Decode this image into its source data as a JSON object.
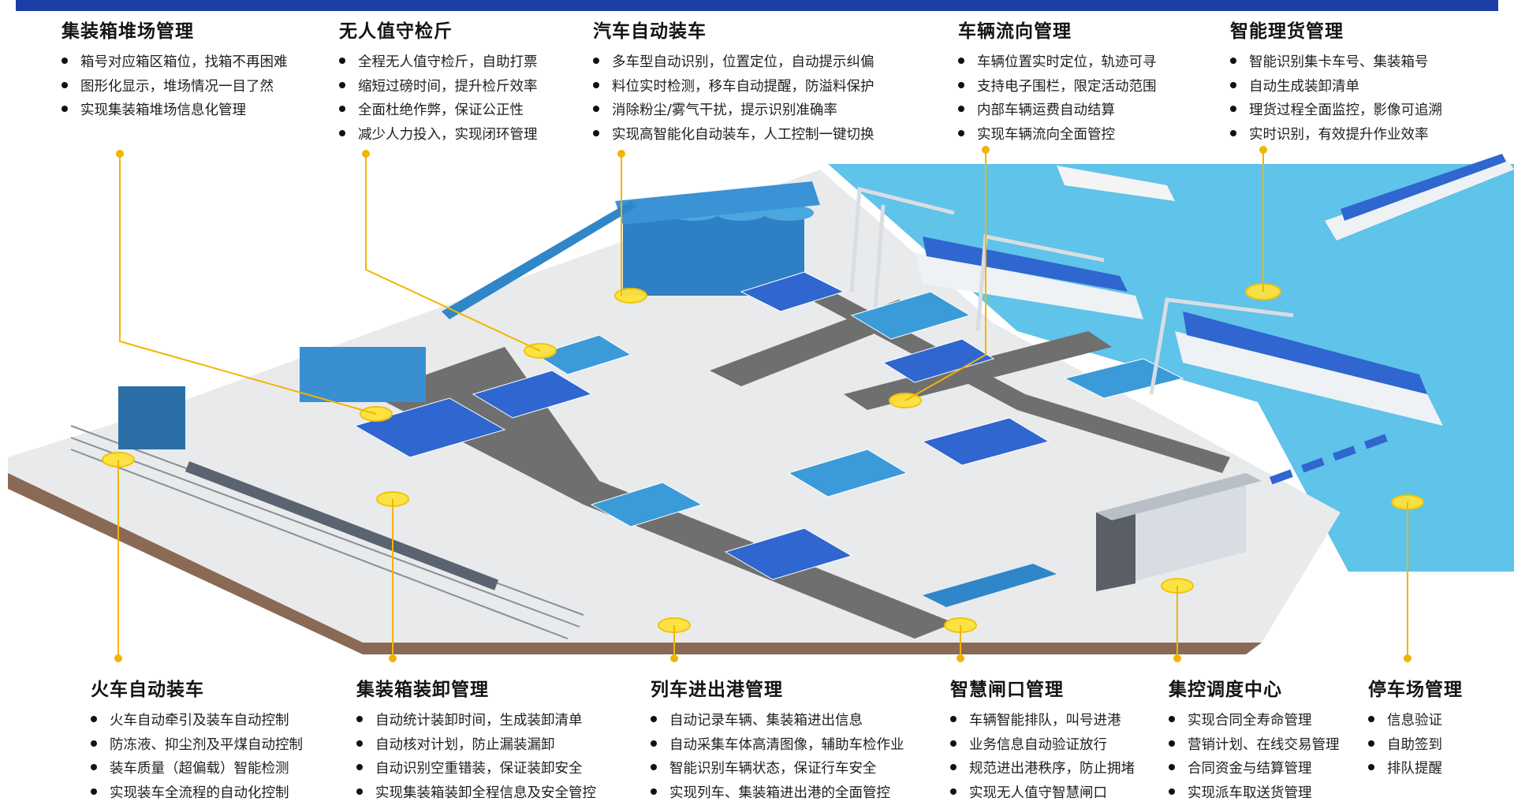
{
  "theme": {
    "accent": "#1b3fa6",
    "connector": "#f2b400",
    "water": "#5fc3ea",
    "ground": "#ececec",
    "container_blue": "#2f66cf",
    "container_teal": "#3a9bd8"
  },
  "top_features": [
    {
      "title": "集装箱堆场管理",
      "items": [
        "箱号对应箱区箱位，找箱不再困难",
        "图形化显示，堆场情况一目了然",
        "实现集装箱堆场信息化管理"
      ]
    },
    {
      "title": "无人值守检斤",
      "items": [
        "全程无人值守检斤，自助打票",
        "缩短过磅时间，提升检斤效率",
        "全面杜绝作弊，保证公正性",
        "减少人力投入，实现闭环管理"
      ]
    },
    {
      "title": "汽车自动装车",
      "items": [
        "多车型自动识别，位置定位，自动提示纠偏",
        "料位实时检测，移车自动提醒，防溢料保护",
        "消除粉尘/雾气干扰，提示识别准确率",
        "实现高智能化自动装车，人工控制一键切换"
      ]
    },
    {
      "title": "车辆流向管理",
      "items": [
        "车辆位置实时定位，轨迹可寻",
        "支持电子围栏，限定活动范围",
        "内部车辆运费自动结算",
        "实现车辆流向全面管控"
      ]
    },
    {
      "title": "智能理货管理",
      "items": [
        "智能识别集卡车号、集装箱号",
        "自动生成装卸清单",
        "理货过程全面监控，影像可追溯",
        "实时识别，有效提升作业效率"
      ]
    }
  ],
  "bottom_features": [
    {
      "title": "火车自动装车",
      "items": [
        "火车自动牵引及装车自动控制",
        "防冻液、抑尘剂及平煤自动控制",
        "装车质量（超偏载）智能检测",
        "实现装车全流程的自动化控制"
      ]
    },
    {
      "title": "集装箱装卸管理",
      "items": [
        "自动统计装卸时间，生成装卸清单",
        "自动核对计划，防止漏装漏卸",
        "自动识别空重错装，保证装卸安全",
        "实现集装箱装卸全程信息及安全管控"
      ]
    },
    {
      "title": "列车进出港管理",
      "items": [
        "自动记录车辆、集装箱进出信息",
        "自动采集车体高清图像，辅助车检作业",
        "智能识别车辆状态，保证行车安全",
        "实现列车、集装箱进出港的全面管控"
      ]
    },
    {
      "title": "智慧闸口管理",
      "items": [
        "车辆智能排队，叫号进港",
        "业务信息自动验证放行",
        "规范进出港秩序，防止拥堵",
        "实现无人值守智慧闸口"
      ]
    },
    {
      "title": "集控调度中心",
      "items": [
        "实现合同全寿命管理",
        "营销计划、在线交易管理",
        "合同资金与结算管理",
        "实现派车取送货管理"
      ]
    },
    {
      "title": "停车场管理",
      "items": [
        "信息验证",
        "自助签到",
        "排队提醒"
      ]
    }
  ]
}
